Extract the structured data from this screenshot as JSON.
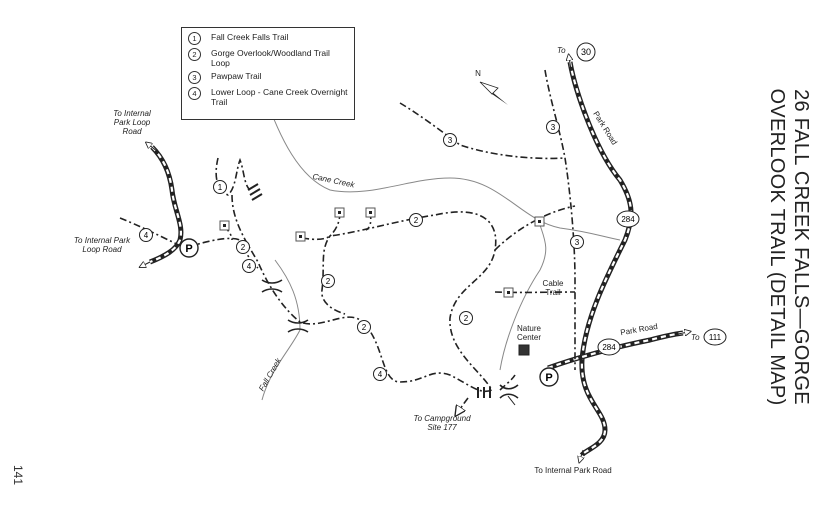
{
  "title": "26 FALL CREEK FALLS—GORGE OVERLOOK TRAIL (DETAIL MAP)",
  "page_number": "141",
  "legend": {
    "items": [
      {
        "number": "1",
        "label": "Fall Creek Falls Trail"
      },
      {
        "number": "2",
        "label": "Gorge Overlook/Woodland Trail Loop"
      },
      {
        "number": "3",
        "label": "Pawpaw Trail"
      },
      {
        "number": "4",
        "label": "Lower Loop - Cane Creek Overnight Trail"
      }
    ]
  },
  "labels": {
    "to_internal_park_loop_road_top": "To Internal Park Loop Road",
    "to_internal_park_loop_road_left": "To Internal Park Loop Road",
    "cane_creek": "Cane Creek",
    "fall_creek": "Fall Creek",
    "cable_trail": "Cable Trail",
    "nature_center": "Nature Center",
    "to_campground": "To Campground Site 177",
    "to_internal_park_road": "To Internal Park Road",
    "park_road_vertical": "Park Road",
    "park_road_horizontal": "Park Road",
    "to_111": "To",
    "to_30": "To"
  },
  "route_shields": {
    "route_30": "30",
    "route_284_upper": "284",
    "route_284_lower": "284",
    "route_111": "111"
  },
  "parking_symbol": "P",
  "north_label": "N",
  "trail_markers": {
    "trail_1": "1",
    "trail_2": "2",
    "trail_3": "3",
    "trail_4": "4"
  },
  "colors": {
    "ink": "#222222",
    "paper": "#ffffff",
    "creek": "#777777"
  }
}
